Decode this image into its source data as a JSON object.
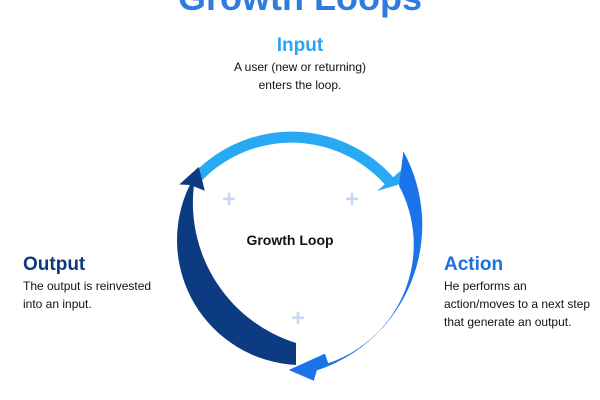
{
  "title": "Growth Loops",
  "center_label": "Growth Loop",
  "input": {
    "title": "Input",
    "description_lines": [
      "A user (new or returning)",
      "enters the loop."
    ]
  },
  "action": {
    "title": "Action",
    "description_lines": [
      "He performs an",
      "action/moves to a next step",
      "that generate an output."
    ]
  },
  "output": {
    "title": "Output",
    "description_lines": [
      "The output is reinvested",
      "into an input."
    ]
  },
  "decor": {
    "plus_glyph": "+",
    "plus_icon": "plus-icon"
  },
  "colors": {
    "input_arc": "#29a9f4",
    "action_arc": "#1a73e8",
    "output_arc": "#0d3b82",
    "title": "#2f7be0",
    "plus": "#c7d8f3"
  }
}
